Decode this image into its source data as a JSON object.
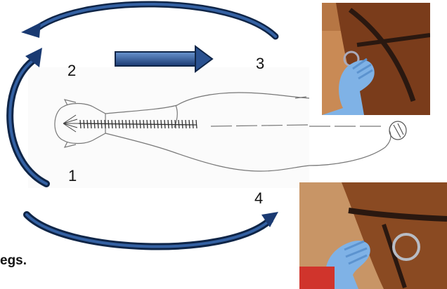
{
  "step_labels": {
    "one": "1",
    "two": "2",
    "three": "3",
    "four": "4"
  },
  "caption_fragment": "egs.",
  "colors": {
    "arrow_dark": "#0f2547",
    "arrow_mid": "#2a5190",
    "arrow_light": "#4a7ac0",
    "glove": "#7fb2e6",
    "horse_coat": "#8a4a22",
    "bridle": "#2a1810"
  },
  "icons": {
    "curved_arrow": "curved-arrow-icon",
    "straight_arrow": "right-arrow-icon"
  }
}
